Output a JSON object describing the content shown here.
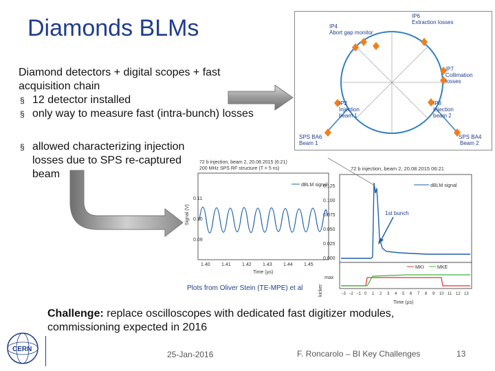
{
  "slide": {
    "title": "Diamonds BLMs",
    "intro_line1": "Diamond detectors + digital scopes + fast",
    "intro_line2": "acquisition chain",
    "bullets": [
      "12 detector installed",
      "only way to measure fast (intra-bunch) losses",
      "allowed characterizing injection losses due to SPS re-captured beam"
    ],
    "bullet_mark": "§",
    "credit": "Plots from Oliver Stein (TE-MPE) et al",
    "challenge_label": "Challenge:",
    "challenge_text": " replace oscilloscopes with dedicated fast digitizer modules, commissioning expected in 2016"
  },
  "ring": {
    "labels": {
      "ip6": "IP6",
      "ip6_sub": "Extraction losses",
      "ip4": "IP4",
      "ip4_sub": "Abort gap monitor",
      "ip7": "IP7",
      "ip7_sub1": "Collimation",
      "ip7_sub2": "losses",
      "ip2": "IP2",
      "ip2_sub1": "Injection",
      "ip2_sub2": "beam 1",
      "ip8": "IP8",
      "ip8_sub1": "Injection",
      "ip8_sub2": "beam 2",
      "sps_ba6": "SPS BA6",
      "sps_ba6_sub": "Beam 1",
      "sps_ba4": "SPS BA4",
      "sps_ba4_sub": "Beam 2"
    },
    "marker_color": "#f07e1d",
    "ring_color": "#2f7fc1"
  },
  "plot_left": {
    "title1": "72 b injection, beam 2, 20.08.2015 (6:21)",
    "title2": "200 MHz SPS RF structure (T = 5 ns)",
    "legend": "dBLM signal",
    "ylabel": "Signal (V)",
    "xlabel": "Time (µs)",
    "yticks": [
      "0.11",
      "0.10",
      "0.09"
    ],
    "xticks": [
      "1.40",
      "1.41",
      "1.42",
      "1.43",
      "1.44",
      "1.45"
    ]
  },
  "plot_right": {
    "title": "72 b injection, beam 2, 20.08.2015 06:21",
    "legend": "dBLM signal",
    "yticks": [
      "0.125",
      "0.100",
      "0.075",
      "0.050",
      "0.025",
      "0.000"
    ],
    "annotation": "1st bunch",
    "kicker_label": "kicker",
    "mki": "MKI",
    "mke": "MKE",
    "kicker_max": "max",
    "xlabel": "Time (µs)",
    "xticks": [
      "−3",
      "−2",
      "−1",
      "0",
      "1",
      "2",
      "3",
      "4",
      "5",
      "6",
      "7",
      "8",
      "9",
      "10",
      "11",
      "12",
      "13"
    ]
  },
  "footer": {
    "date": "25-Jan-2016",
    "author": "F. Roncarolo – BI Key Challenges",
    "page": "13",
    "logo_text": "CERN"
  },
  "colors": {
    "title": "#1f3d8c",
    "signal": "#1f5fa8",
    "mki": "#d9352b",
    "mke": "#3bb33b"
  }
}
